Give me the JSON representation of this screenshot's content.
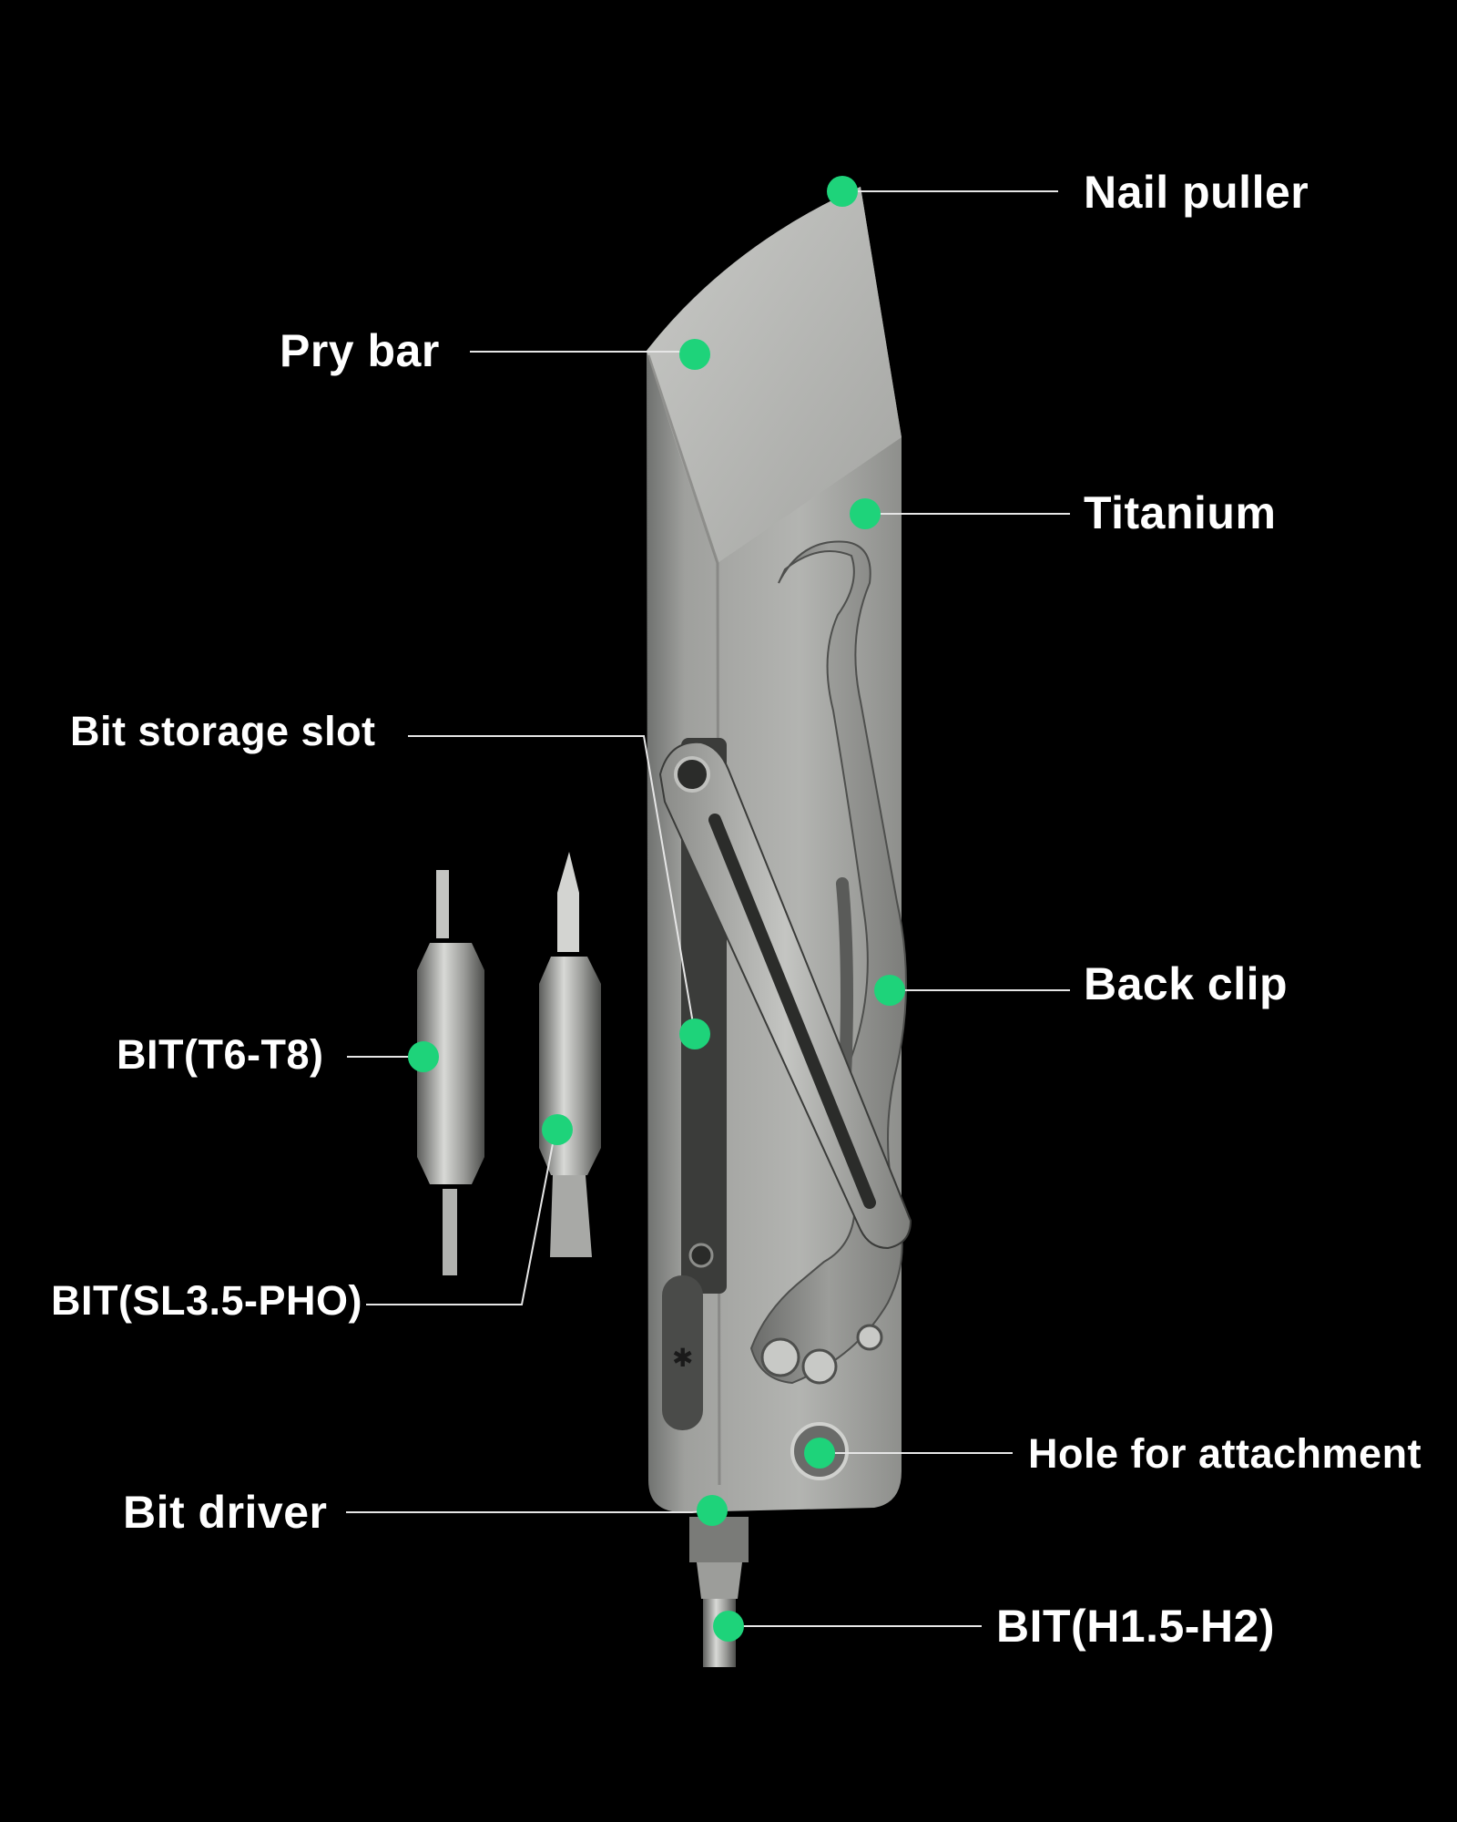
{
  "diagram": {
    "labels": {
      "nail_puller": "Nail puller",
      "pry_bar": "Pry bar",
      "titanium": "Titanium",
      "bit_storage_slot": "Bit storage slot",
      "back_clip": "Back clip",
      "bit_t6_t8": "BIT(T6-T8)",
      "bit_sl35_ph0": "BIT(SL3.5-PHO)",
      "hole_for_attachment": "Hole for attachment",
      "bit_driver": "Bit driver",
      "bit_h15_h2": "BIT(H1.5-H2)"
    },
    "colors": {
      "background": "#000000",
      "marker": "#1ed37a",
      "leader_line": "#e6e6e6",
      "text": "#ffffff",
      "titanium_body": "#a9aaa7"
    }
  }
}
